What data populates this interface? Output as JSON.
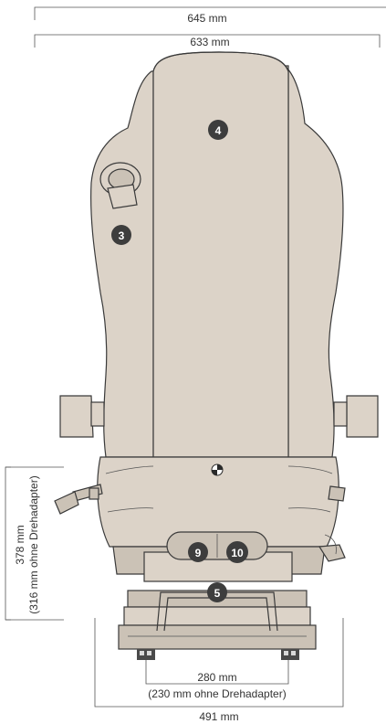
{
  "dimensions": {
    "overall_width": "645 mm",
    "backrest_width": "633 mm",
    "height_line1": "378 mm",
    "height_line2": "(316 mm ohne Drehadapter)",
    "rail_spacing_line1": "280 mm",
    "rail_spacing_line2": "(230 mm ohne Drehadapter)",
    "base_width": "491 mm"
  },
  "callouts": {
    "c3": "3",
    "c4": "4",
    "c5": "5",
    "c9": "9",
    "c10": "10"
  },
  "colors": {
    "upholstery": "#dcd3c8",
    "outline": "#3a3a3a",
    "badge": "#3d3d3d",
    "dimension_line": "#555555"
  }
}
